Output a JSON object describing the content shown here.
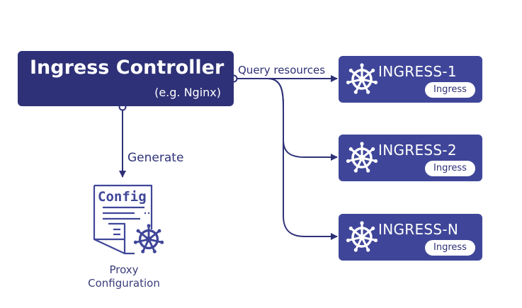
{
  "controller": {
    "title": "Ingress Controller",
    "subtitle": "(e.g. Nginx)"
  },
  "edges": {
    "query_label": "Query resources",
    "generate_label": "Generate"
  },
  "ingresses": [
    {
      "name": "INGRESS-1",
      "badge": "Ingress"
    },
    {
      "name": "INGRESS-2",
      "badge": "Ingress"
    },
    {
      "name": "INGRESS-N",
      "badge": "Ingress"
    }
  ],
  "config": {
    "doc_title": "Config",
    "caption_line1": "Proxy",
    "caption_line2": "Configuration"
  },
  "icons": {
    "ingress_icon": "kubernetes-helm-wheel-icon",
    "config_icon": "config-document-icon"
  },
  "colors": {
    "controller_fill": "#2e3177",
    "ingress_fill": "#3f4699",
    "line": "#2e3177",
    "text": "#ffffff"
  }
}
